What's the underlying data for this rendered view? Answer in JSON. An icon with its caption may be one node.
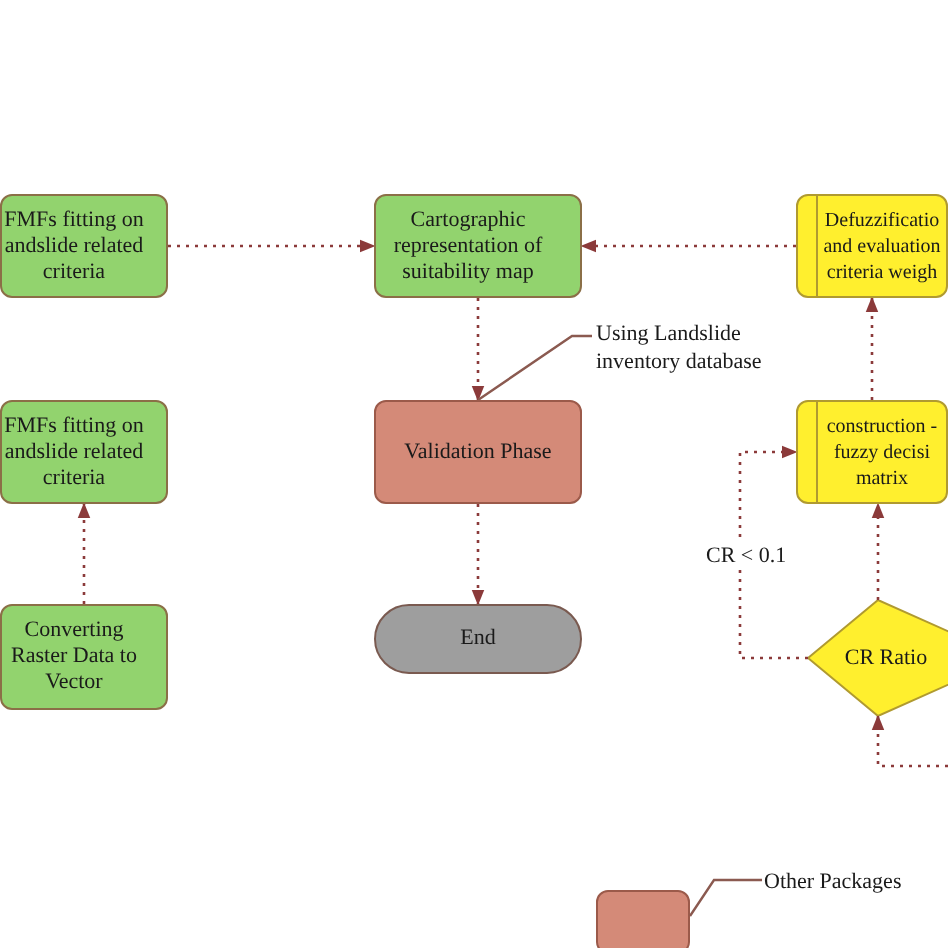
{
  "diagram": {
    "nodes": [
      {
        "text": [
          "FMFs fitting on andslide related criteria"
        ]
      },
      {
        "text": [
          "Cartographic representation of suitability map"
        ]
      },
      {
        "text": [
          "Defuzzificatio and evaluation criteria weigh"
        ]
      },
      {
        "text": [
          "FMFs fitting on andslide related criteria"
        ]
      },
      {
        "text": [
          "Validation Phase"
        ]
      },
      {
        "text": [
          "construction - fuzzy decisi matrix"
        ]
      },
      {
        "text": [
          "Converting Raster Data to Vector"
        ]
      },
      {
        "text": [
          "End"
        ]
      },
      {
        "text": [
          "CR Ratio"
        ]
      },
      {
        "text": [
          "Using Landslide inventory database"
        ]
      }
    ],
    "edges": [
      {
        "from": 0,
        "to": 1,
        "arrow": "to",
        "style": "dashed"
      },
      {
        "from": 2,
        "to": 1,
        "arrow": "to",
        "style": "dashed"
      },
      {
        "from": 1,
        "to": 4,
        "arrow": "to",
        "style": "dashed"
      },
      {
        "from": 6,
        "to": 3,
        "arrow": "to",
        "style": "dashed"
      },
      {
        "from": 4,
        "to": 7,
        "arrow": "to",
        "style": "dashed"
      },
      {
        "from": 5,
        "to": 2,
        "arrow": "to",
        "style": "dashed"
      },
      {
        "from": 8,
        "to": 5,
        "arrow": "to",
        "style": "dashed"
      },
      {
        "from": 8,
        "to": 5,
        "arrow": "to",
        "label": "CR < 0.1",
        "style": "dashed"
      },
      {
        "from": null,
        "to": 8,
        "arrow": "to",
        "style": "dashed"
      },
      {
        "from": 9,
        "to": 4,
        "arrow": "none"
      }
    ],
    "legend": [
      {
        "text": "Other Packages",
        "color": "#d48a78"
      }
    ]
  }
}
